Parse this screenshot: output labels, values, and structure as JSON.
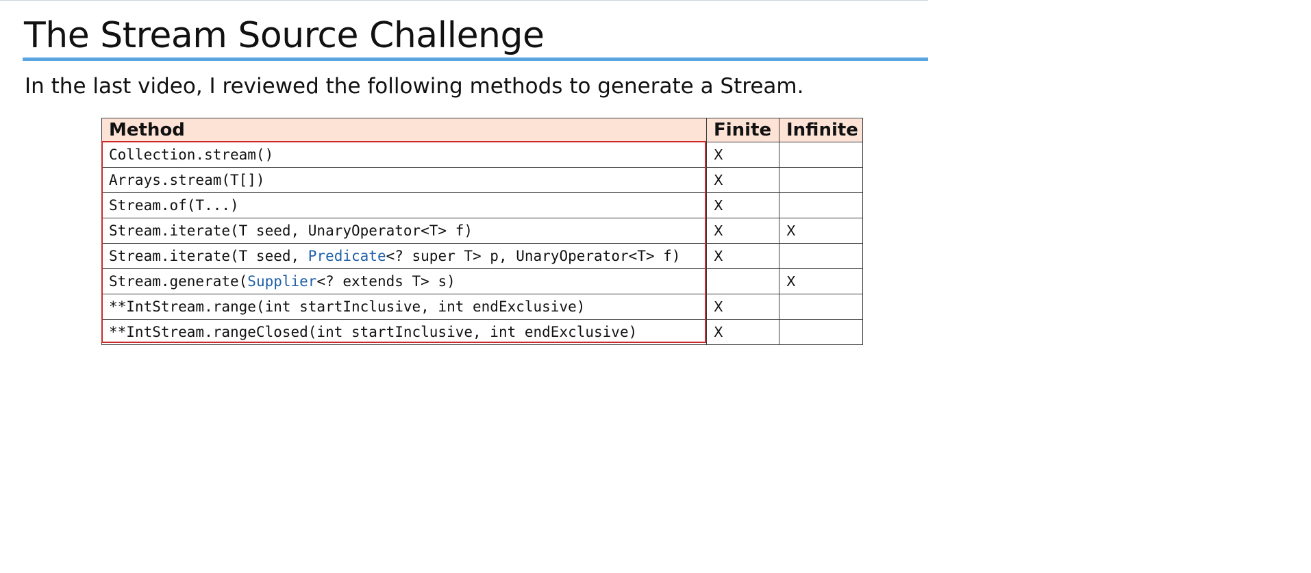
{
  "slide": {
    "title": "The Stream Source Challenge",
    "subtitle": "In the last video, I reviewed the following methods to generate a Stream."
  },
  "table": {
    "headers": [
      "Method",
      "Finite",
      "Infinite"
    ],
    "rows": [
      {
        "method": [
          {
            "text": "Collection.stream()"
          }
        ],
        "finite": "X",
        "infinite": ""
      },
      {
        "method": [
          {
            "text": "Arrays.stream(T[])"
          }
        ],
        "finite": "X",
        "infinite": ""
      },
      {
        "method": [
          {
            "text": "Stream.of(T...)"
          }
        ],
        "finite": "X",
        "infinite": ""
      },
      {
        "method": [
          {
            "text": "Stream.iterate(T seed, UnaryOperator<T> f)"
          }
        ],
        "finite": "X",
        "infinite": "X"
      },
      {
        "method": [
          {
            "text": "Stream.iterate(T seed, "
          },
          {
            "text": "Predicate",
            "highlight": true
          },
          {
            "text": "<? super T> p, UnaryOperator<T> f)"
          }
        ],
        "finite": "X",
        "infinite": ""
      },
      {
        "method": [
          {
            "text": "Stream.generate("
          },
          {
            "text": "Supplier",
            "highlight": true
          },
          {
            "text": "<? extends T> s)"
          }
        ],
        "finite": "",
        "infinite": "X"
      },
      {
        "method": [
          {
            "text": "**IntStream.range(int startInclusive, int endExclusive)"
          }
        ],
        "finite": "X",
        "infinite": ""
      },
      {
        "method": [
          {
            "text": "**IntStream.rangeClosed(int startInclusive, int endExclusive)"
          }
        ],
        "finite": "X",
        "infinite": ""
      }
    ]
  },
  "colors": {
    "title_underline": "#5aa4e2",
    "header_background": "#fce3d6",
    "method_frame": "#cc2a2a",
    "highlight_text": "#1f5fa8"
  }
}
